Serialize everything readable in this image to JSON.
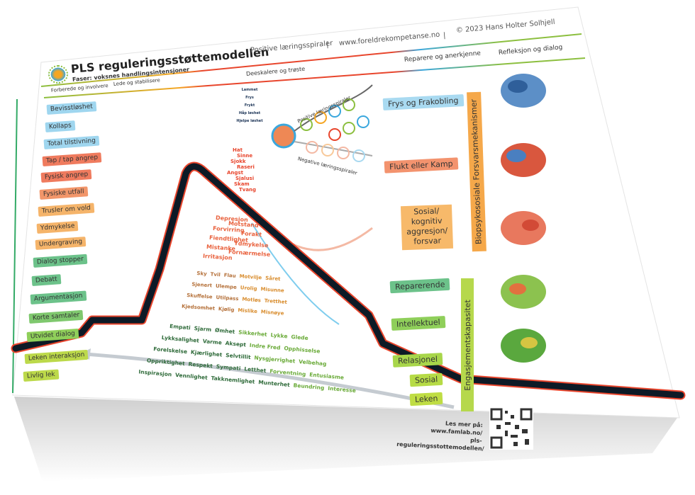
{
  "header": {
    "title": "PLS reguleringsstøttemodellen",
    "subtitle": "Faser: voksnes handlingsintensjoner",
    "links": [
      "Positive læringsspiraler",
      "|",
      "www.foreldrekompetanse.no",
      "|",
      "© 2023 Hans Holter Solhjell"
    ],
    "phases": [
      "Forberede og involvere",
      "Lede og stabilisere",
      "Deeskalere og trøste",
      "Reparere og anerkjenne",
      "Refleksjon og dialog"
    ]
  },
  "left_levels": [
    {
      "label": "Bevisstløshet",
      "color": "#9fd6ef"
    },
    {
      "label": "Kollaps",
      "color": "#9fd6ef"
    },
    {
      "label": "Total tilstivning",
      "color": "#9fd6ef"
    },
    {
      "label": "Tap / tap angrep",
      "color": "#ef7b5e"
    },
    {
      "label": "Fysisk angrep",
      "color": "#ef7b5e"
    },
    {
      "label": "Fysiske utfall",
      "color": "#f2966a"
    },
    {
      "label": "Trusler om vold",
      "color": "#f5b46a"
    },
    {
      "label": "Ydmykelse",
      "color": "#f5b46a"
    },
    {
      "label": "Undergraving",
      "color": "#f5b46a"
    },
    {
      "label": "Dialog stopper",
      "color": "#6cc28a"
    },
    {
      "label": "Debatt",
      "color": "#6cc28a"
    },
    {
      "label": "Argumentasjon",
      "color": "#6cc28a"
    },
    {
      "label": "Korte samtaler",
      "color": "#7fc86e"
    },
    {
      "label": "Utvidet dialog",
      "color": "#8fcf5a"
    },
    {
      "label": "Leken interaksjon",
      "color": "#bcd94a"
    },
    {
      "label": "Livlig lek",
      "color": "#bcd94a"
    }
  ],
  "emotions": {
    "freeze": [
      "Lammet",
      "Frys",
      "Frykt",
      "Håp løshet",
      "Hjelpe løshet"
    ],
    "fight": [
      "Hat",
      "Sinne",
      "Sjokk",
      "Raseri",
      "Angst",
      "Sjalusi",
      "Skam",
      "Tvang"
    ],
    "social": [
      "Depresjon",
      "Motstand",
      "Forvirring",
      "Forakt",
      "Fiendtlighet",
      "Ydmykelse",
      "Mistanke",
      "Fornærmelse",
      "Irritasjon"
    ],
    "mild": [
      [
        "Sky",
        "Tvil",
        "Flau",
        "Motvilje",
        "Såret"
      ],
      [
        "Sjenert",
        "Ulempe",
        "Urolig",
        "Misunne"
      ],
      [
        "Skuffelse",
        "Utilpass",
        "Motløs",
        "Tretthet"
      ],
      [
        "Kjedsomhet",
        "Kjølig",
        "Mislike",
        "Misnøye"
      ]
    ],
    "positive": [
      [
        "Empati",
        "Sjarm",
        "Ømhet",
        "Sikkerhet",
        "Lykke",
        "Glede"
      ],
      [
        "Lykksalighet",
        "Varme",
        "Aksept",
        "Indre Fred",
        "Opphisselse"
      ],
      [
        "Forelskelse",
        "Kjærlighet",
        "Selvtillit",
        "Nysgjerrighet",
        "Velbehag"
      ],
      [
        "Oppriktighet",
        "Respekt",
        "Sympati",
        "Letthet",
        "Forventning",
        "Entusiasme"
      ],
      [
        "Inspirasjon",
        "Vennlighet",
        "Takknemlighet",
        "Munterhet",
        "Beundring",
        "Interesse"
      ]
    ]
  },
  "spirals": {
    "positive": "Positive læringsspiraler",
    "negative": "Negative læringsspiraler"
  },
  "right": {
    "defense_title": "Biopsykososiale Forsvarsmekanismer",
    "defense": [
      "Frys og Frakobling",
      "Flukt eller Kamp",
      "Sosial/ kognitiv aggresjon/ forsvar"
    ],
    "engagement_title": "Engasjementskapasitet",
    "engagement": [
      "Reparerende",
      "Intellektuel",
      "Relasjonel",
      "Sosial",
      "Leken"
    ]
  },
  "footer": {
    "read_more": "Les mer på:",
    "url1": "www.famlab.no/",
    "url2": "pls-reguleringsstottemodellen/"
  },
  "colors": {
    "blue": "#3aa7dd",
    "red": "#e8452c",
    "orange": "#f5a623",
    "green": "#8cbf3f",
    "dark": "#0d1a26"
  }
}
